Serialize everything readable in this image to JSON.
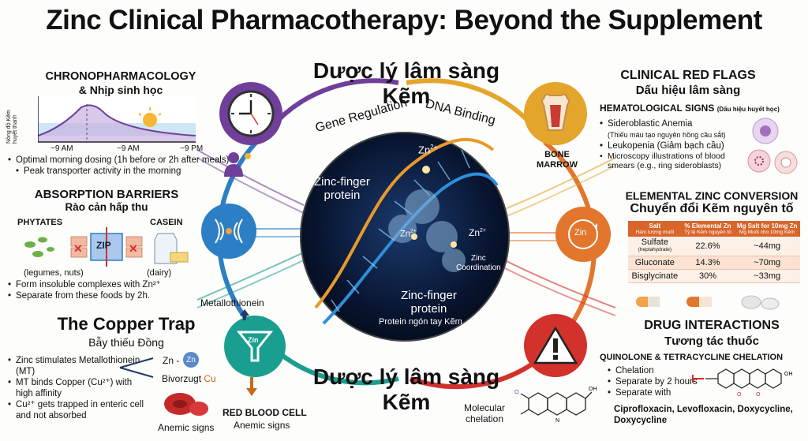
{
  "title": "Zinc Clinical Pharmacotherapy: Beyond the Supplement",
  "center": {
    "top_title": "Dược lý lâm sàng Kẽm",
    "bottom_title": "Dược lý lâm sàng Kẽm",
    "arc_left": "Gene Regulation",
    "arc_right": "DNA Binding",
    "zn_top": "Zn",
    "zn_sup": "2+",
    "zn_left": "Zn",
    "zn_right": "Zn",
    "protein_top_1": "Zinc-finger",
    "protein_top_2": "protein",
    "coord_1": "Zinc",
    "coord_2": "Coordination",
    "protein_bottom_1": "Zinc-finger",
    "protein_bottom_2": "protein",
    "protein_vi": "Protein ngón tay Kẽm"
  },
  "chrono": {
    "title": "CHRONOPHARMACOLOGY",
    "subtitle": "& Nhịp sinh học",
    "ylabel": "Nồng độ Kẽm huyết thanh",
    "ticks": [
      "~9 AM",
      "~9 AM",
      "~9 PM"
    ],
    "bullets": [
      "Optimal morning dosing (1h before or 2h after meals)",
      "Peak transporter activity in the morning"
    ]
  },
  "absorption": {
    "title": "ABSORPTION BARRIERS",
    "subtitle": "Rào cản hấp thu",
    "phytates": "PHYTATES",
    "casein": "CASEIN",
    "zip": "ZIP",
    "phytates_note": "(legumes, nuts)",
    "casein_note": "(dairy)",
    "bullets": [
      "Form insoluble complexes with Zn²⁺",
      "Separate from these foods by 2h."
    ]
  },
  "copper": {
    "title": "The Copper Trap",
    "subtitle": "Bẫy thiếu Đồng",
    "metallothionein": "Metallothionein",
    "zn_label": "Zn -",
    "zn_badge": "Zn",
    "biorzugt": "Bivorzugt",
    "cu": "Cu",
    "funnel_label": "Zin",
    "bullets": [
      "Zinc stimulates Metallothionein (MT)",
      "MT binds Copper (Cu²⁺) with high affinity",
      "Cu²⁺ gets trapped in enteric cell and not absorbed"
    ],
    "anemic_signs": "Anemic signs",
    "rbc_title": "RED BLOOD CELL",
    "rbc_sub": "Anemic signs"
  },
  "chelation": {
    "label_1": "Molecular",
    "label_2": "chelation"
  },
  "redflags": {
    "title": "CLINICAL RED FLAGS",
    "subtitle": "Dấu hiệu lâm sàng",
    "bone_1": "BONE",
    "bone_2": "MARROW",
    "hema_title": "HEMATOLOGICAL SIGNS",
    "hema_vi": "(Dấu hiệu huyết học)",
    "bullets": [
      "Sideroblastic Anemia",
      "Leukopenia (Giảm bạch cầu)",
      "Microscopy illustrations of blood smears (e.g., ring sideroblasts)"
    ],
    "anemia_note": "(Thiếu máu tạo nguyên hồng cầu sắt)"
  },
  "conversion": {
    "title": "ELEMENTAL ZINC CONVERSION",
    "subtitle": "Chuyển đổi Kẽm nguyên tố",
    "icon_label": "Zin",
    "headers": [
      {
        "en": "Salt",
        "vi": "Hàm lượng muối"
      },
      {
        "en": "% Elemental Zn",
        "vi": "Tỷ lệ Kẽm nguyên tố"
      },
      {
        "en": "Mg Salt for 10mg Zn",
        "vi": "Mg Muối cho 10mg Kẽm"
      }
    ],
    "rows": [
      {
        "salt": "Sulfate",
        "salt_note": "(heptahydrate)",
        "pct": "22.6%",
        "mg": "~44mg"
      },
      {
        "salt": "Gluconate",
        "salt_note": "",
        "pct": "14.3%",
        "mg": "~70mg"
      },
      {
        "salt": "Bisglycinate",
        "salt_note": "",
        "pct": "30%",
        "mg": "~33mg"
      }
    ]
  },
  "drugs": {
    "title": "DRUG INTERACTIONS",
    "subtitle": "Tương tác thuốc",
    "sub_title": "QUINOLONE & TETRACYCLINE CHELATION",
    "bullets": [
      "Chelation",
      "Separate by 2 hours",
      "Separate with"
    ],
    "drug_list": "Ciprofloxacin, Levofloxacin, Doxycycline, Doxycycline"
  },
  "colors": {
    "purple": "#6f3f9a",
    "blue": "#2c7fc4",
    "teal": "#1a9e8f",
    "orange": "#e2762c",
    "red": "#d2312c",
    "gold": "#e3a52b"
  }
}
